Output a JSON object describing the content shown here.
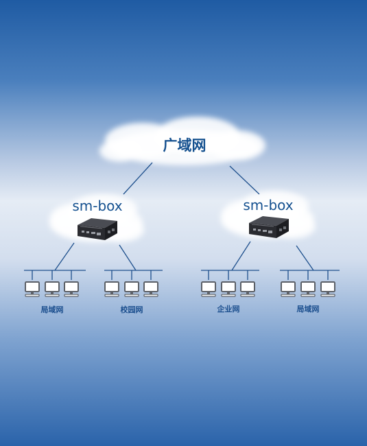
{
  "diagram": {
    "wan_label": "广域网",
    "nodes": [
      {
        "label": "sm-box",
        "icon": "gateway-device-icon"
      },
      {
        "label": "sm-box",
        "icon": "gateway-device-icon"
      }
    ],
    "networks": [
      {
        "label": "局域网",
        "computers": 3
      },
      {
        "label": "校园网",
        "computers": 3
      },
      {
        "label": "企业网",
        "computers": 3
      },
      {
        "label": "局域网",
        "computers": 3
      }
    ],
    "colors": {
      "cloud": "#ffffff",
      "line": "#1d4f8c",
      "text": "#14508f",
      "device": "#2a2b30",
      "monitor_border": "#5b5f66"
    }
  }
}
